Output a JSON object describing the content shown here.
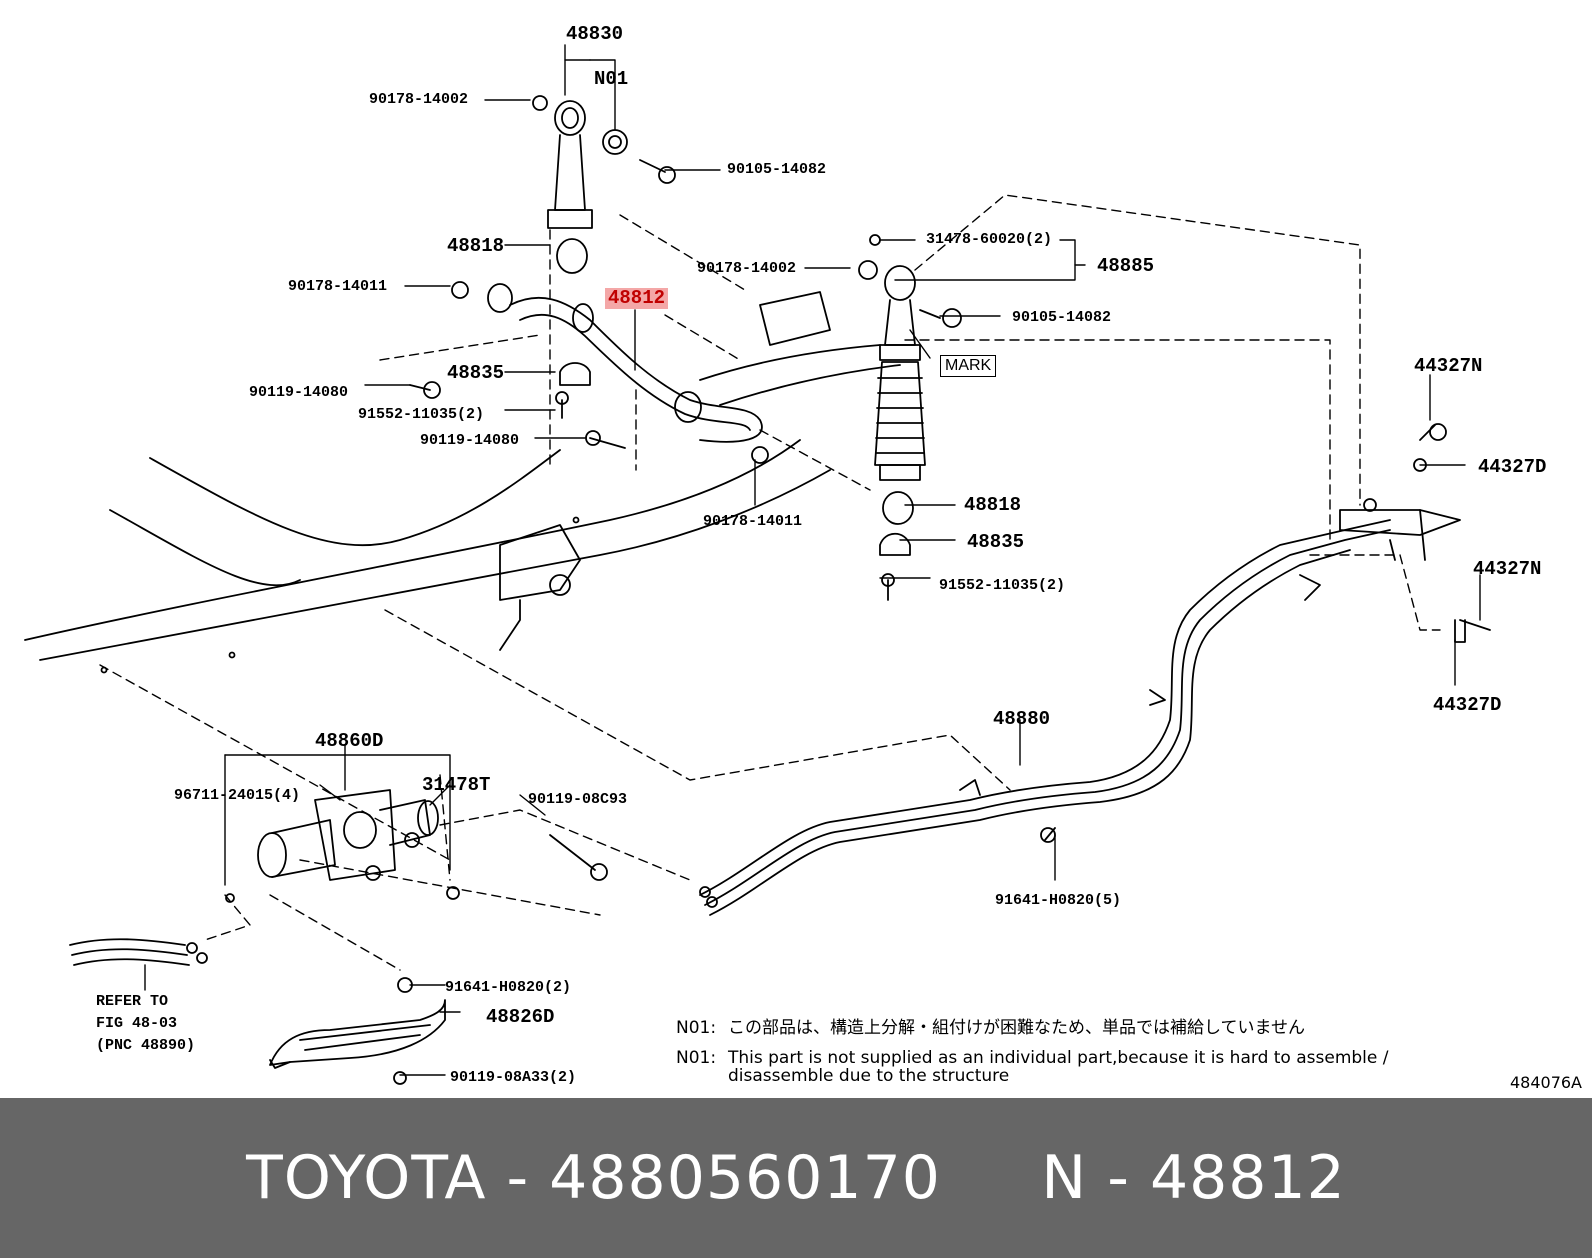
{
  "callouts": {
    "c48830": "48830",
    "n01": "N01",
    "p90178_14002_a": "90178-14002",
    "p90105_14082_a": "90105-14082",
    "c48818_a": "48818",
    "p90178_14011_a": "90178-14011",
    "c48812": "48812",
    "c48835_a": "48835",
    "p90119_14080_a": "90119-14080",
    "p91552_11035_a": "91552-11035(2)",
    "p90119_14080_b": "90119-14080",
    "p90178_14011_b": "90178-14011",
    "p31478_60020": "31478-60020(2)",
    "c48885": "48885",
    "p90178_14002_b": "90178-14002",
    "p90105_14082_b": "90105-14082",
    "mark": "MARK",
    "c48818_b": "48818",
    "c48835_b": "48835",
    "p91552_11035_b": "91552-11035(2)",
    "c44327n_a": "44327N",
    "c44327d_a": "44327D",
    "c44327n_b": "44327N",
    "c44327d_b": "44327D",
    "c48880": "48880",
    "c48860d": "48860D",
    "p96711_24015": "96711-24015(4)",
    "c31478t": "31478T",
    "p90119_08c93": "90119-08C93",
    "p91641_h0820_a": "91641-H0820(5)",
    "p91641_h0820_b": "91641-H0820(2)",
    "c48826d": "48826D",
    "p90119_08a33": "90119-08A33(2)",
    "refer_1": "REFER TO",
    "refer_2": "FIG 48-03",
    "refer_3": "(PNC 48890)"
  },
  "notes": {
    "jp_label": "N01:",
    "jp_text": "この部品は、構造上分解・組付けが困難なため、単品では補給していません",
    "en_label": "N01:",
    "en_text_1": "This part is not supplied as an individual part,because it is hard to assemble /",
    "en_text_2": "disassemble due to the structure"
  },
  "figure_id": "484076A",
  "highlight_color": "#f4a7a7",
  "footer": {
    "text": "TOYOTA - 4880560170     N - 48812"
  }
}
